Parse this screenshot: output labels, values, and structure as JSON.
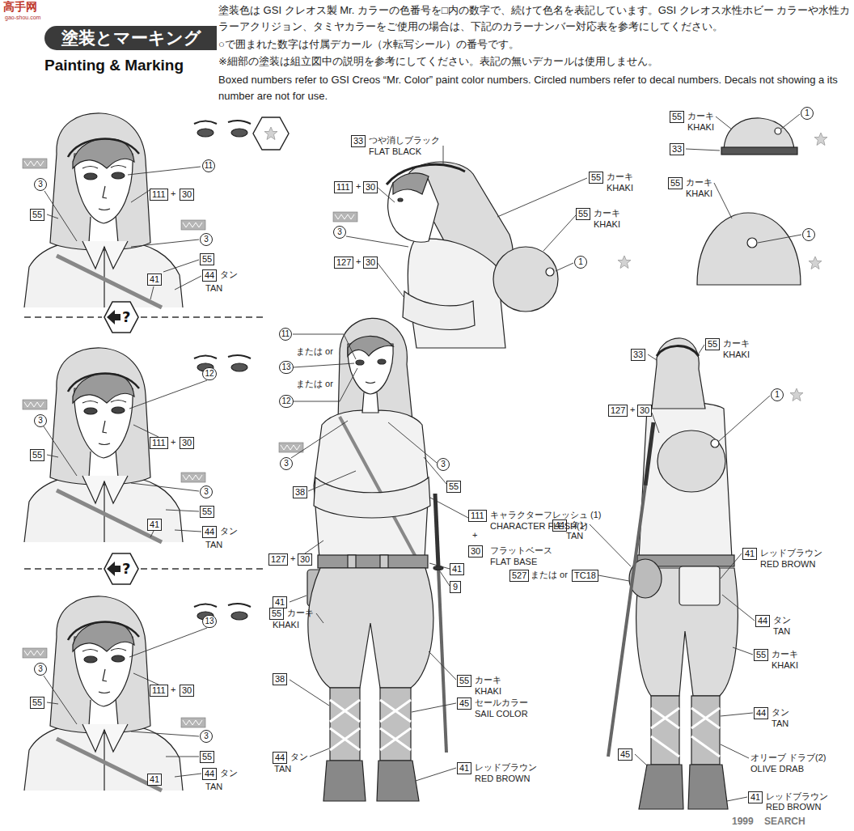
{
  "diagram": {
    "title": "塗装とマーキング",
    "nodes": [
      {
        "text": [
          "11"
        ]
      },
      {
        "text": [
          "111"
        ]
      },
      {
        "text": [
          "30"
        ]
      },
      {
        "text": [
          "3"
        ]
      },
      {
        "text": [
          "55"
        ]
      },
      {
        "text": [
          "3"
        ]
      },
      {
        "text": [
          "55"
        ]
      },
      {
        "text": [
          "41"
        ]
      },
      {
        "text": [
          "44"
        ]
      },
      {
        "text": [
          "?"
        ]
      },
      {
        "text": [
          "12"
        ]
      },
      {
        "text": [
          "111"
        ]
      },
      {
        "text": [
          "30"
        ]
      },
      {
        "text": [
          "3"
        ]
      },
      {
        "text": [
          "55"
        ]
      },
      {
        "text": [
          "3"
        ]
      },
      {
        "text": [
          "55"
        ]
      },
      {
        "text": [
          "41"
        ]
      },
      {
        "text": [
          "44"
        ]
      },
      {
        "text": [
          "?"
        ]
      },
      {
        "text": [
          "13"
        ]
      },
      {
        "text": [
          "111"
        ]
      },
      {
        "text": [
          "30"
        ]
      },
      {
        "text": [
          "3"
        ]
      },
      {
        "text": [
          "55"
        ]
      },
      {
        "text": [
          "3"
        ]
      },
      {
        "text": [
          "55"
        ]
      },
      {
        "text": [
          "41"
        ]
      },
      {
        "text": [
          "44"
        ]
      },
      {
        "text": [
          "33"
        ]
      },
      {
        "text": [
          "111"
        ]
      },
      {
        "text": [
          "30"
        ]
      },
      {
        "text": [
          "3"
        ]
      },
      {
        "text": [
          "127"
        ]
      },
      {
        "text": [
          "30"
        ]
      },
      {
        "text": [
          "55"
        ]
      },
      {
        "text": [
          "55"
        ]
      },
      {
        "text": [
          "1"
        ]
      },
      {
        "text": [
          "55"
        ]
      },
      {
        "text": [
          "1"
        ]
      },
      {
        "text": [
          "33"
        ]
      },
      {
        "text": [
          "55"
        ]
      },
      {
        "text": [
          "1"
        ]
      },
      {
        "text": [
          "11"
        ]
      },
      {
        "text": [
          "13"
        ]
      },
      {
        "text": [
          "12"
        ]
      },
      {
        "text": [
          "3"
        ]
      },
      {
        "text": [
          "3"
        ]
      },
      {
        "text": [
          "55"
        ]
      },
      {
        "text": [
          "38"
        ]
      },
      {
        "text": [
          "111"
        ]
      },
      {
        "text": [
          "30"
        ]
      },
      {
        "text": [
          "127"
        ]
      },
      {
        "text": [
          "30"
        ]
      },
      {
        "text": [
          "41"
        ]
      },
      {
        "text": [
          "9"
        ]
      },
      {
        "text": [
          "41"
        ]
      },
      {
        "text": [
          "55"
        ]
      },
      {
        "text": [
          "38"
        ]
      },
      {
        "text": [
          "55"
        ]
      },
      {
        "text": [
          "45"
        ]
      },
      {
        "text": [
          "44"
        ]
      },
      {
        "text": [
          "41"
        ]
      },
      {
        "text": [
          "33"
        ]
      },
      {
        "text": [
          "55"
        ]
      },
      {
        "text": [
          "1"
        ]
      },
      {
        "text": [
          "127"
        ]
      },
      {
        "text": [
          "30"
        ]
      },
      {
        "text": [
          "44"
        ]
      },
      {
        "text": [
          "41"
        ]
      },
      {
        "text": [
          "527"
        ]
      },
      {
        "text": [
          "TC18"
        ]
      },
      {
        "text": [
          "44"
        ]
      },
      {
        "text": [
          "55"
        ]
      },
      {
        "text": [
          "44"
        ]
      },
      {
        "text": [
          "45"
        ]
      },
      {
        "text": [
          "41"
        ]
      }
    ],
    "labels": [
      "高手网",
      "gao-shou.com",
      "塗装色は GSI クレオス製 Mr. カラーの色番号を□内の数字で、続けて色名を表記しています。GSI クレオス水性ホビー カラーや水性カラーアクリジョン、タミヤカラーをご使用の場合は、下記のカラーナンバー対応表を参考にしてください。",
      "○で囲まれた数字は付属デカール（水転写シール）の番号です。",
      "※細部の塗装は組立図中の説明を参考にしてください。表記の無いデカールは使用しません。",
      "Boxed numbers refer to GSI Creos “Mr. Color” paint color numbers. Circled numbers refer to decal numbers. Decals not showing a its number are not for use.",
      "Painting & Marking",
      "+",
      "タン",
      "TAN",
      "+",
      "タン",
      "TAN",
      "+",
      "タン",
      "TAN",
      "つや消しブラック",
      "FLAT BLACK",
      "+",
      "+",
      "カーキ",
      "KHAKI",
      "カーキ",
      "KHAKI",
      "カーキ",
      "KHAKI",
      "カーキ",
      "KHAKI",
      "または or",
      "または or",
      "キャラクターフレッシュ (1)",
      "CHARACTER FLESH(1)",
      "+",
      "フラットベース",
      "FLAT BASE",
      "+",
      "カーキ",
      "KHAKI",
      "カーキ",
      "KHAKI",
      "セールカラー",
      "SAIL COLOR",
      "タン",
      "TAN",
      "レッドブラウン",
      "RED BROWN",
      "カーキ",
      "KHAKI",
      "+",
      "タン",
      "TAN",
      "レッドブラウン",
      "RED BROWN",
      "または or",
      "タン",
      "TAN",
      "カーキ",
      "KHAKI",
      "タン",
      "TAN",
      "オリーブ ドラブ(2)",
      "OLIVE DRAB",
      "レッドブラウン",
      "RED BROWN",
      "1999",
      "SEARCH"
    ]
  }
}
